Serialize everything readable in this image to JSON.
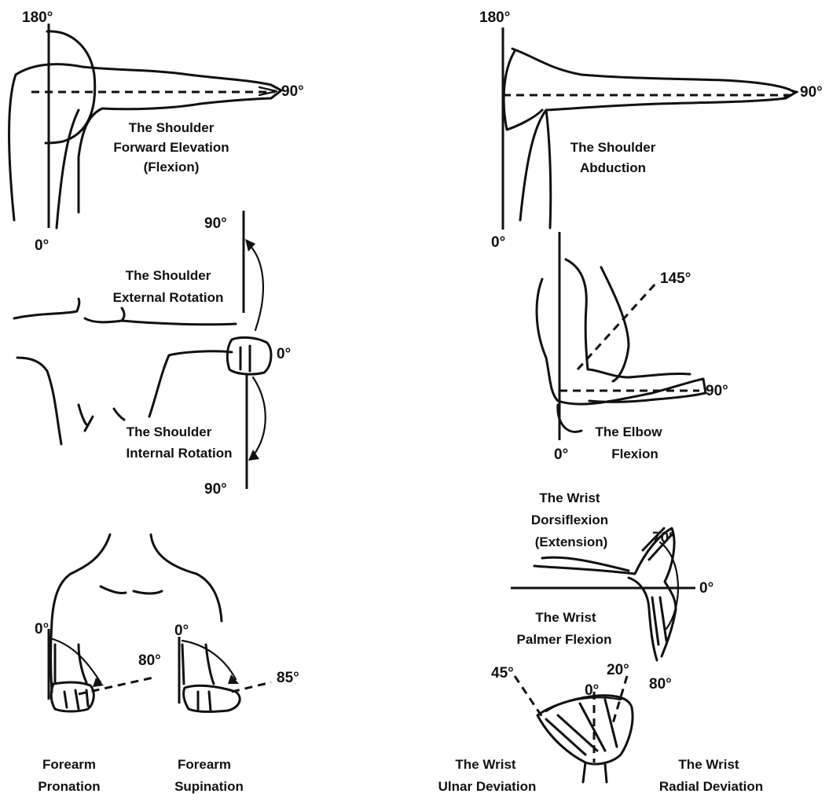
{
  "panels": {
    "shoulder_flexion": {
      "angle_top": "180°",
      "angle_side": "90°",
      "angle_bottom": "0°",
      "caption": [
        "The Shoulder",
        "Forward Elevation",
        "(Flexion)"
      ]
    },
    "shoulder_abduction": {
      "angle_top": "180°",
      "angle_side": "90°",
      "angle_bottom": "0°",
      "caption": [
        "The Shoulder",
        "Abduction"
      ]
    },
    "shoulder_rotation": {
      "angle_top": "90°",
      "angle_mid": "0°",
      "angle_bottom": "90°",
      "caption_external": [
        "The Shoulder",
        "External Rotation"
      ],
      "caption_internal": [
        "The Shoulder",
        "Internal Rotation"
      ]
    },
    "elbow_flexion": {
      "angle_diag": "145°",
      "angle_side": "90°",
      "angle_bottom": "0°",
      "caption": [
        "The Elbow",
        "Flexion"
      ]
    },
    "forearm": {
      "pronation_zero": "0°",
      "pronation_angle": "80°",
      "supination_zero": "0°",
      "supination_angle": "85°",
      "caption_pronation": [
        "Forearm",
        "Pronation"
      ],
      "caption_supination": [
        "Forearm",
        "Supination"
      ]
    },
    "wrist_flexion": {
      "angle_top": "70°",
      "angle_mid": "0°",
      "angle_bottom": "80°",
      "caption_dorsi": [
        "The Wrist",
        "Dorsiflexion",
        "(Extension)"
      ],
      "caption_palmar": [
        "The Wrist",
        "Palmer Flexion"
      ]
    },
    "wrist_deviation": {
      "angle_left": "45°",
      "angle_zero": "0°",
      "angle_right": "20°",
      "caption_ulnar": [
        "The Wrist",
        "Ulnar Deviation"
      ],
      "caption_radial": [
        "The Wrist",
        "Radial Deviation"
      ]
    }
  }
}
